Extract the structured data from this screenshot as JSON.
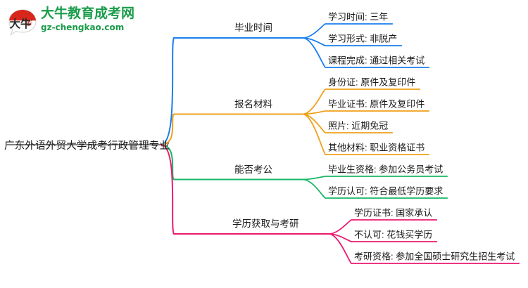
{
  "logo": {
    "mark_name": "daniu-speech-bubble-logo",
    "mark_text": "大牛",
    "title": "大牛教育成考网",
    "url": "gz-chengkao.com",
    "brand_green": "#1a9c4a",
    "brand_red": "#d9261c"
  },
  "mindmap": {
    "root": {
      "label": "广东外语外贸大学成考行政管理专业"
    },
    "branches": [
      {
        "label": "毕业时间",
        "color": "#1a7fee",
        "leaves": [
          {
            "label": "学习时间: 三年"
          },
          {
            "label": "学习形式: 非脱产"
          },
          {
            "label": "课程完成: 通过相关考试"
          }
        ]
      },
      {
        "label": "报名材料",
        "color": "#f0a019",
        "leaves": [
          {
            "label": "身份证: 原件及复印件"
          },
          {
            "label": "毕业证书: 原件及复印件"
          },
          {
            "label": "照片: 近期免冠"
          },
          {
            "label": "其他材料: 职业资格证书"
          }
        ]
      },
      {
        "label": "能否考公",
        "color": "#16b765",
        "leaves": [
          {
            "label": "毕业生资格: 参加公务员考试"
          },
          {
            "label": "学历认可: 符合最低学历要求"
          }
        ]
      },
      {
        "label": "学历获取与考研",
        "color": "#ec1a70",
        "leaves": [
          {
            "label": "学历证书: 国家承认"
          },
          {
            "label": "不认可: 花钱买学历"
          },
          {
            "label": "考研资格: 参加全国硕士研究生招生考试"
          }
        ]
      }
    ]
  }
}
